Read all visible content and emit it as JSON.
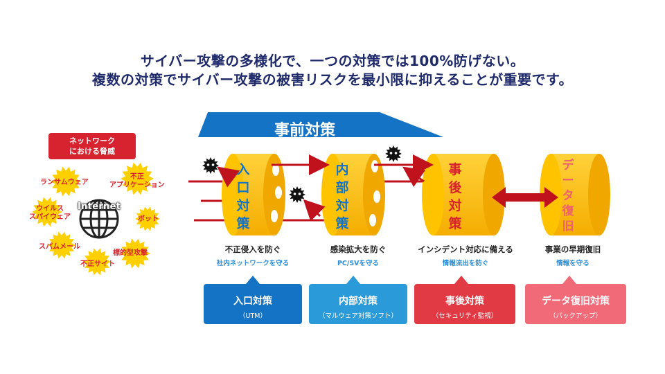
{
  "headline": {
    "line1": "サイバー攻撃の多様化で、一つの対策では100%防げない。",
    "line2": "複数の対策でサイバー攻撃の被害リスクを最小限に抑えることが重要です。"
  },
  "threats": {
    "title": "ネットワーク\nにおける脅威",
    "center": "Internet",
    "items": [
      "ランサムウェア",
      "不正\nアプリケーション",
      "ウイルス\nスパイウェア",
      "ボット",
      "スパムメール",
      "標的型攻撃",
      "不正サイト"
    ]
  },
  "banner": {
    "label": "事前対策",
    "color": "#1473c4"
  },
  "cylinders": [
    {
      "label": "入\n口\n対\n策",
      "caption": "不正侵入を防ぐ",
      "sub": "社内ネットワークを守る",
      "text_color": "#1473c4"
    },
    {
      "label": "内\n部\n対\n策",
      "caption": "感染拡大を防ぐ",
      "sub": "PC/SVを守る",
      "text_color": "#1473c4"
    },
    {
      "label": "事\n後\n対\n策",
      "caption": "インシデント対応に備える",
      "sub": "情報流出を防ぐ",
      "text_color": "#d7232f"
    },
    {
      "label": "デ\nー\nタ\n復\n旧",
      "caption": "事業の早期復旧",
      "sub": "情報を守る",
      "text_color": "#ef5f6e"
    }
  ],
  "cards": [
    {
      "title": "入口対策",
      "sub": "（UTM）",
      "color": "#1473c4"
    },
    {
      "title": "内部対策",
      "sub": "（マルウェア対策ソフト）",
      "color": "#2a9ad9"
    },
    {
      "title": "事後対策",
      "sub": "（セキュリティ監視）",
      "color": "#e23a44"
    },
    {
      "title": "データ復旧対策",
      "sub": "（バックアップ）",
      "color": "#f06a78"
    }
  ],
  "colors": {
    "cylinder": "#ffc300",
    "cylinder_dark": "#f5ad00",
    "arrow": "#c0121c",
    "burst": "#ffd000"
  }
}
